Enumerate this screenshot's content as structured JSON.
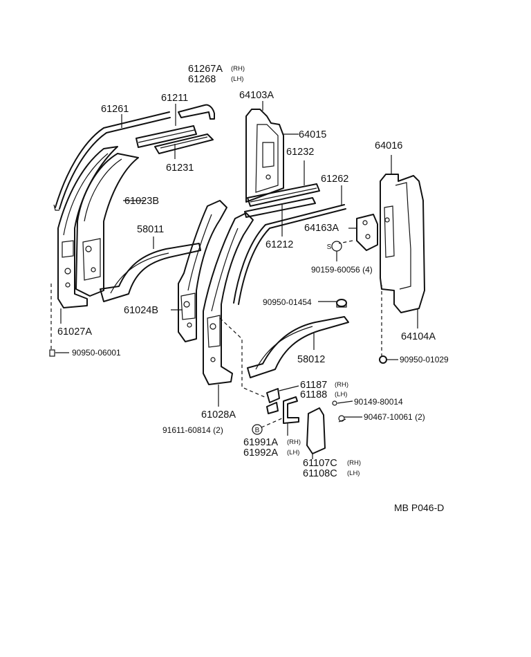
{
  "parts": {
    "p61267A": "61267A",
    "p61267A_side": "(RH)",
    "p61268": "61268",
    "p61268_side": "(LH)",
    "p61211": "61211",
    "p61261": "61261",
    "p61231": "61231",
    "p64103A": "64103A",
    "p64015": "64015",
    "p61232": "61232",
    "p64016": "64016",
    "p61262": "61262",
    "p61023B": "61023B",
    "p58011": "58011",
    "p64163A": "64163A",
    "p61212": "61212",
    "p90159": "90159-60056 (4)",
    "p61024B": "61024B",
    "p90950_01454": "90950-01454",
    "p61027A": "61027A",
    "p64104A": "64104A",
    "p90950_06001": "90950-06001",
    "p58012": "58012",
    "p90950_01029": "90950-01029",
    "p61187": "61187",
    "p61187_side": "(RH)",
    "p61188": "61188",
    "p61188_side": "(LH)",
    "p90149": "90149-80014",
    "p61028A": "61028A",
    "p90467": "90467-10061  (2)",
    "p91611": "91611-60814 (2)",
    "p61991A": "61991A",
    "p61991A_side": "(RH)",
    "p61992A": "61992A",
    "p61992A_side": "(LH)",
    "p61107C": "61107C",
    "p61107C_side": "(RH)",
    "p61108C": "61108C",
    "p61108C_side": "(LH)",
    "symbol_s": "S",
    "symbol_b": "B"
  },
  "reference_code": "MB P046-D"
}
